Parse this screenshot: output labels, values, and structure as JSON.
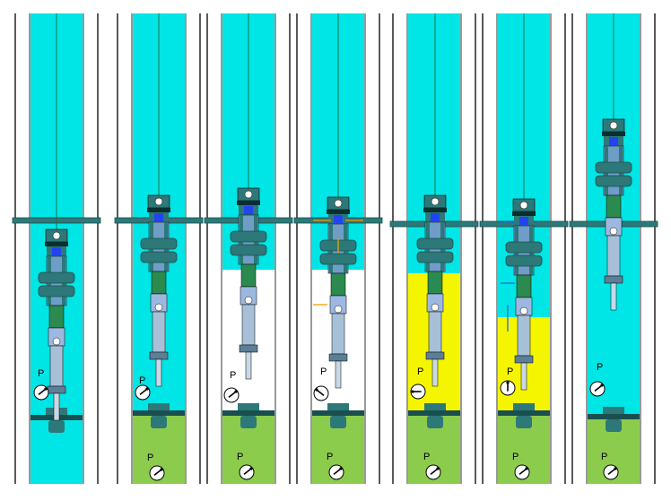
{
  "colors": {
    "fluid": "#00e5e5",
    "cement": "#f5f500",
    "formation": "#8ccc4c",
    "packer": "#2d7878",
    "packer_dark": "#1a4f4f",
    "tool_body": "#6e9ec8",
    "arrow_orange": "#f0a000",
    "arrow_blue": "#1e6ed0"
  },
  "gauge_symbol": "P",
  "stages": [
    {
      "id": "1",
      "gauge_icon": "gauge-right-up-icon",
      "has_formation": false,
      "fill": "fluid",
      "arrows": "none"
    },
    {
      "id": "2",
      "gauge_icon": "gauge-right-up-icon",
      "has_formation": true,
      "fill": "fluid",
      "arrows": "none"
    },
    {
      "id": "3",
      "gauge_icon": "gauge-right-up-icon",
      "has_formation": true,
      "fill": "white",
      "arrows": "none"
    },
    {
      "id": "4",
      "gauge_icon": "gauge-left-up-icon",
      "has_formation": true,
      "fill": "white",
      "arrows": "orange"
    },
    {
      "id": "5",
      "gauge_icon": "gauge-left-icon",
      "has_formation": true,
      "fill": "cement",
      "arrows": "none"
    },
    {
      "id": "6",
      "gauge_icon": "gauge-up-icon",
      "has_formation": true,
      "fill": "cement-partial",
      "arrows": "blue"
    },
    {
      "id": "7",
      "gauge_icon": "gauge-right-up-icon",
      "has_formation": true,
      "fill": "fluid",
      "arrows": "none"
    }
  ]
}
